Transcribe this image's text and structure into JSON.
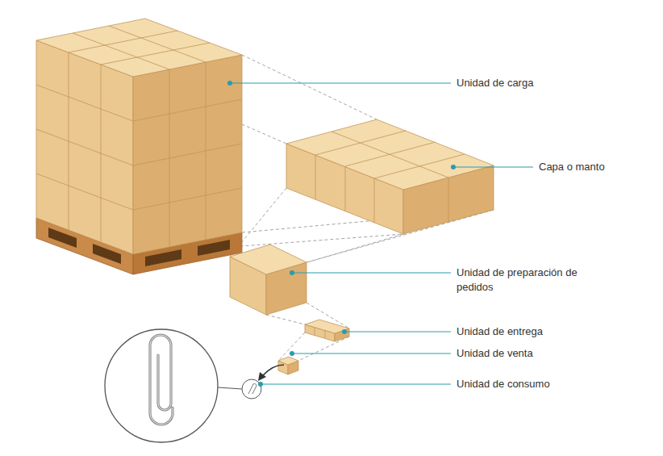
{
  "diagram": {
    "labels": [
      "Unidad de carga",
      "Capa o manto",
      "Unidad de preparación de pedidos",
      "Unidad de entrega",
      "Unidad de venta",
      "Unidad de consumo"
    ]
  }
}
